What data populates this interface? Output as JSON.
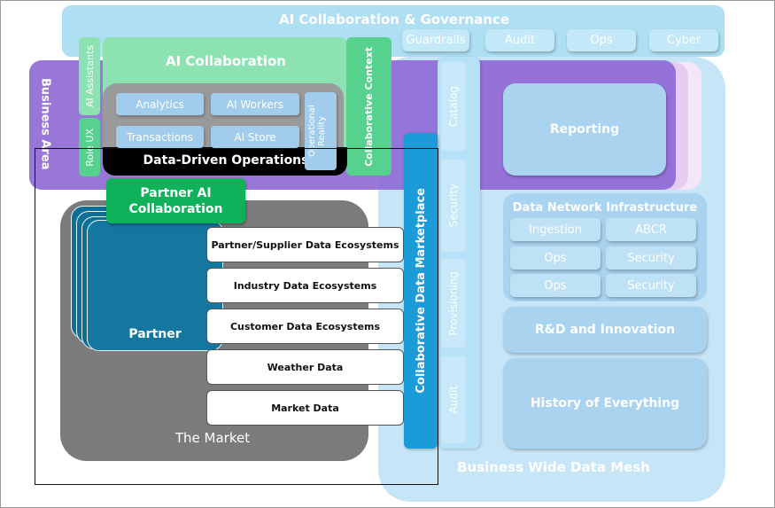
{
  "governance": {
    "title": "AI Collaboration & Governance",
    "tabs": [
      "Guardrails",
      "Audit",
      "Ops",
      "Cyber"
    ]
  },
  "ai_collaboration": {
    "title": "AI Collaboration",
    "ai_assistants": "AI Assistants",
    "role_ux": "Role UX",
    "collaborative_context": "Collaborative Context"
  },
  "operations": {
    "title": "Data-Driven Operations",
    "tiles": [
      "Analytics",
      "AI Workers",
      "Transactions",
      "AI Store"
    ],
    "operational_reality": "Operational Reality"
  },
  "business_area": "Business Area",
  "partner_ai": "Partner AI Collaboration",
  "market": {
    "title": "The Market",
    "partner": "Partner",
    "ecosystems": [
      "Partner/Supplier Data Ecosystems",
      "Industry Data Ecosystems",
      "Customer Data Ecosystems",
      "Weather Data",
      "Market Data"
    ]
  },
  "marketplace": {
    "title": "Collaborative Data Marketplace",
    "sections": [
      "Catalog",
      "Security",
      "Provisioning",
      "Audit"
    ]
  },
  "mesh": {
    "title": "Business Wide Data Mesh",
    "reporting": "Reporting",
    "infrastructure": {
      "title": "Data Network Infrastructure",
      "cells": [
        "Ingestion",
        "ABCR",
        "Ops",
        "Security",
        "Ops",
        "Security"
      ]
    },
    "rnd": "R&D and Innovation",
    "history": "History of Everything"
  }
}
